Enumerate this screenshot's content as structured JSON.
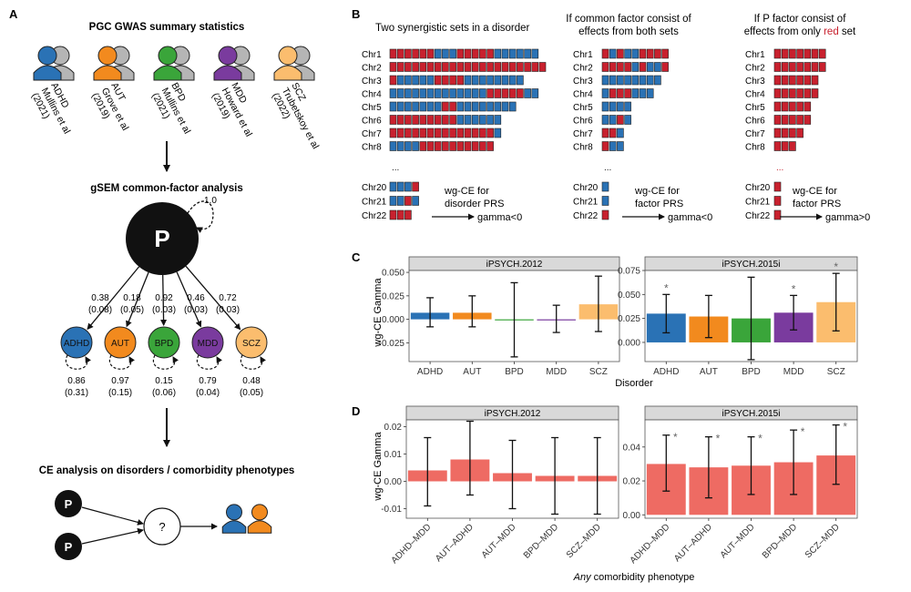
{
  "panelA": {
    "letter": "A",
    "heading": "PGC GWAS summary statistics",
    "studies": [
      {
        "disorder": "ADHD",
        "author": "Mullins et al",
        "year": "(2021)",
        "color": "#2a72b5"
      },
      {
        "disorder": "AUT",
        "author": "Grove et al",
        "year": "(2019)",
        "color": "#f28a1e"
      },
      {
        "disorder": "BPD",
        "author": "Mullins et al",
        "year": "(2021)",
        "color": "#3aa53a"
      },
      {
        "disorder": "MDD",
        "author": "Howard et al",
        "year": "(2019)",
        "color": "#7a3b9e"
      },
      {
        "disorder": "SCZ",
        "author": "Trubetskoy et al",
        "year": "(2022)",
        "color": "#fbbd6e"
      }
    ],
    "gsem_title": "gSEM common-factor analysis",
    "factor_label": "P",
    "factor_variance": "1.0",
    "loadings": [
      {
        "est": "0.38",
        "se": "(0.08)"
      },
      {
        "est": "0.18",
        "se": "(0.05)"
      },
      {
        "est": "0.92",
        "se": "(0.03)"
      },
      {
        "est": "0.46",
        "se": "(0.03)"
      },
      {
        "est": "0.72",
        "se": "(0.03)"
      }
    ],
    "residuals": [
      {
        "est": "0.86",
        "se": "(0.31)"
      },
      {
        "est": "0.97",
        "se": "(0.15)"
      },
      {
        "est": "0.15",
        "se": "(0.06)"
      },
      {
        "est": "0.79",
        "se": "(0.04)"
      },
      {
        "est": "0.48",
        "se": "(0.05)"
      }
    ],
    "ce_title": "CE analysis on disorders / comorbidity phenotypes",
    "question_mark": "?"
  },
  "panelB": {
    "letter": "B",
    "col1_title": "Two synergistic sets in a disorder",
    "col2_title_line1": "If common factor consist of",
    "col2_title_line2": "effects from both sets",
    "col3_title_line1": "If P factor consist of",
    "col3_title_pre": "effects from only ",
    "col3_title_red": "red",
    "col3_title_post": " set",
    "chromosomes": [
      "Chr1",
      "Chr2",
      "Chr3",
      "Chr4",
      "Chr5",
      "Chr6",
      "Chr7",
      "Chr8"
    ],
    "tail_chromosomes": [
      "Chr20",
      "Chr21",
      "Chr22"
    ],
    "ellipsis": "...",
    "col1_wgce_line1": "wg-CE for",
    "col1_wgce_line2": "disorder PRS",
    "col1_gamma": "gamma<0",
    "col2_wgce_line1": "wg-CE for",
    "col2_wgce_line2": "factor PRS",
    "col2_gamma": "gamma<0",
    "col3_wgce_line1": "wg-CE for",
    "col3_wgce_line2": "factor PRS",
    "col3_gamma": "gamma>0",
    "red_color": "#c8212e",
    "blue_color": "#2a72b5"
  },
  "panelC": {
    "letter": "C",
    "ylabel": "wg-CE Gamma",
    "xlabel": "Disorder",
    "facets": [
      "iPSYCH.2012",
      "iPSYCH.2015i"
    ]
  },
  "panelD": {
    "letter": "D",
    "ylabel": "wg-CE Gamma",
    "xlabel_italic": "Any",
    "xlabel_rest": " comorbidity phenotype",
    "facets": [
      "iPSYCH.2012",
      "iPSYCH.2015i"
    ]
  },
  "chart_data": [
    {
      "type": "bar",
      "panel": "C",
      "facet": "iPSYCH.2012",
      "categories": [
        "ADHD",
        "AUT",
        "BPD",
        "MDD",
        "SCZ"
      ],
      "values": [
        0.007,
        0.007,
        0.0,
        0.0,
        0.016
      ],
      "ci_low": [
        -0.008,
        -0.008,
        -0.04,
        -0.014,
        -0.013
      ],
      "ci_high": [
        0.023,
        0.025,
        0.039,
        0.015,
        0.046
      ],
      "significant": [
        false,
        false,
        false,
        false,
        false
      ],
      "colors": [
        "#2a72b5",
        "#f28a1e",
        "#3aa53a",
        "#7a3b9e",
        "#fbbd6e"
      ],
      "ylim": [
        -0.045,
        0.052
      ],
      "yticks": [
        -0.025,
        0.0,
        0.025,
        0.05
      ],
      "ytick_labels": [
        "-0.025",
        "0.000",
        "0.025",
        "0.050"
      ],
      "xlabel": "Disorder",
      "ylabel": "wg-CE Gamma",
      "grid": false
    },
    {
      "type": "bar",
      "panel": "C",
      "facet": "iPSYCH.2015i",
      "categories": [
        "ADHD",
        "AUT",
        "BPD",
        "MDD",
        "SCZ"
      ],
      "values": [
        0.03,
        0.027,
        0.025,
        0.031,
        0.042
      ],
      "ci_low": [
        0.01,
        0.005,
        -0.018,
        0.013,
        0.012
      ],
      "ci_high": [
        0.05,
        0.049,
        0.068,
        0.049,
        0.072
      ],
      "significant": [
        true,
        false,
        false,
        true,
        true
      ],
      "significance_marker": "*",
      "colors": [
        "#2a72b5",
        "#f28a1e",
        "#3aa53a",
        "#7a3b9e",
        "#fbbd6e"
      ],
      "ylim": [
        -0.02,
        0.075
      ],
      "yticks": [
        0.0,
        0.025,
        0.05,
        0.075
      ],
      "ytick_labels": [
        "0.000",
        "0.025",
        "0.050",
        "0.075"
      ],
      "xlabel": "Disorder",
      "ylabel": "",
      "grid": false
    },
    {
      "type": "bar",
      "panel": "D",
      "facet": "iPSYCH.2012",
      "categories": [
        "ADHD–MDD",
        "AUT–ADHD",
        "AUT–MDD",
        "BPD–MDD",
        "SCZ–MDD"
      ],
      "values": [
        0.004,
        0.008,
        0.003,
        0.002,
        0.002
      ],
      "ci_low": [
        -0.009,
        -0.005,
        -0.01,
        -0.012,
        -0.012
      ],
      "ci_high": [
        0.016,
        0.022,
        0.015,
        0.016,
        0.016
      ],
      "significant": [
        false,
        false,
        false,
        false,
        false
      ],
      "color": "#ee6b63",
      "ylim": [
        -0.0135,
        0.0225
      ],
      "yticks": [
        -0.01,
        0.0,
        0.01,
        0.02
      ],
      "ytick_labels": [
        "-0.01",
        "0.00",
        "0.01",
        "0.02"
      ],
      "xlabel": "Any comorbidity phenotype",
      "ylabel": "wg-CE Gamma",
      "grid": false
    },
    {
      "type": "bar",
      "panel": "D",
      "facet": "iPSYCH.2015i",
      "categories": [
        "ADHD–MDD",
        "AUT–ADHD",
        "AUT–MDD",
        "BPD–MDD",
        "SCZ–MDD"
      ],
      "values": [
        0.03,
        0.028,
        0.029,
        0.031,
        0.035
      ],
      "ci_low": [
        0.014,
        0.01,
        0.012,
        0.012,
        0.018
      ],
      "ci_high": [
        0.047,
        0.046,
        0.046,
        0.05,
        0.053
      ],
      "significant": [
        true,
        true,
        true,
        true,
        true
      ],
      "significance_marker": "*",
      "color": "#ee6b63",
      "ylim": [
        -0.002,
        0.056
      ],
      "yticks": [
        0.0,
        0.02,
        0.04
      ],
      "ytick_labels": [
        "0.00",
        "0.02",
        "0.04"
      ],
      "xlabel": "Any comorbidity phenotype",
      "ylabel": "",
      "grid": false
    }
  ]
}
